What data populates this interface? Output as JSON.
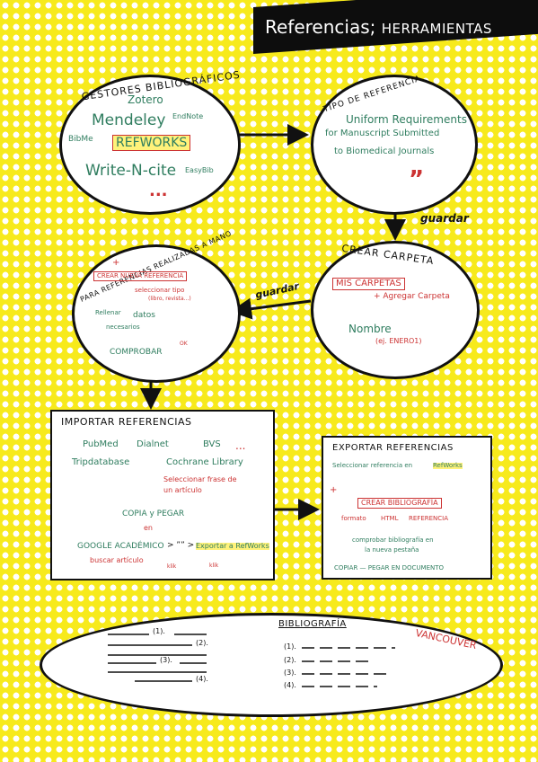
{
  "header": {
    "title_main": "Referencias;",
    "title_sub": "HERRAMIENTAS"
  },
  "gestores": {
    "title": "GESTORES BIBLIOGRÁFICOS",
    "items": [
      "Zotero",
      "Mendeley",
      "EndNote",
      "BibMe",
      "REFWORKS",
      "Write-N-cite",
      "EasyBib",
      "..."
    ]
  },
  "tipo": {
    "title": "TIPO DE REFERENCIA",
    "lines": [
      "Uniform Requirements",
      "for Manuscript Submitted",
      "to Biomedical Journals"
    ],
    "quote": "”"
  },
  "crear_carpeta": {
    "title": "CREAR CARPETA",
    "mis_carpetas": "MIS CARPETAS",
    "agregar": "+ Agregar Carpeta",
    "nombre": "Nombre",
    "ejemplo": "(ej. ENERO1)"
  },
  "mano": {
    "title": "PARA REFERENCIAS REALIZADAS A MANO",
    "plus": "+",
    "crear": "CREAR NUEVA REFERENCIA",
    "seleccionar": "seleccionar tipo",
    "tipo_ej": "(libro, revista...)",
    "rellenar": "Rellenar",
    "datos": "datos",
    "necesarios": "necesarios",
    "comprobar": "COMPROBAR",
    "ok": "OK"
  },
  "importar": {
    "title": "IMPORTAR REFERENCIAS",
    "row1": [
      "PubMed",
      "Dialnet",
      "BVS",
      "..."
    ],
    "row2": [
      "Tripdatabase",
      "Cochrane Library"
    ],
    "seleccionar_1": "Seleccionar frase de",
    "seleccionar_2": "un artículo",
    "copia": "COPIA y PEGAR",
    "en": "en",
    "google": "GOOGLE ACADÉMICO",
    "flecha": "> ”” >",
    "exportar": "Exportar a RefWorks",
    "buscar": "buscar artículo",
    "click1": "klik",
    "click2": "klik"
  },
  "exportar": {
    "title": "EXPORTAR REFERENCIAS",
    "sel_1": "Seleccionar referencia en",
    "sel_2": "RefWorks",
    "plus": "+",
    "crear": "CREAR BIBLIOGRAFÍA",
    "opciones": [
      "formato",
      "HTML",
      "REFERENCIA"
    ],
    "comprobar_1": "comprobar bibliografía en",
    "comprobar_2": "la nueva pestaña",
    "copiar": "COPIAR — PEGAR EN DOCUMENTO"
  },
  "bibliografia": {
    "title": "BIBLIOGRAFÍA",
    "tag": "VANCOUVER",
    "left_marks": [
      "(1).",
      "(2).",
      "(3).",
      "(4)."
    ],
    "right_marks": [
      "(1).",
      "(2).",
      "(3).",
      "(4)."
    ]
  },
  "labels": {
    "guardar_1": "guardar",
    "guardar_2": "guardar"
  },
  "colors": {
    "yellow": "#f7ea1c",
    "green": "#2f7d5f",
    "red": "#cc3333",
    "ink": "#111111"
  }
}
